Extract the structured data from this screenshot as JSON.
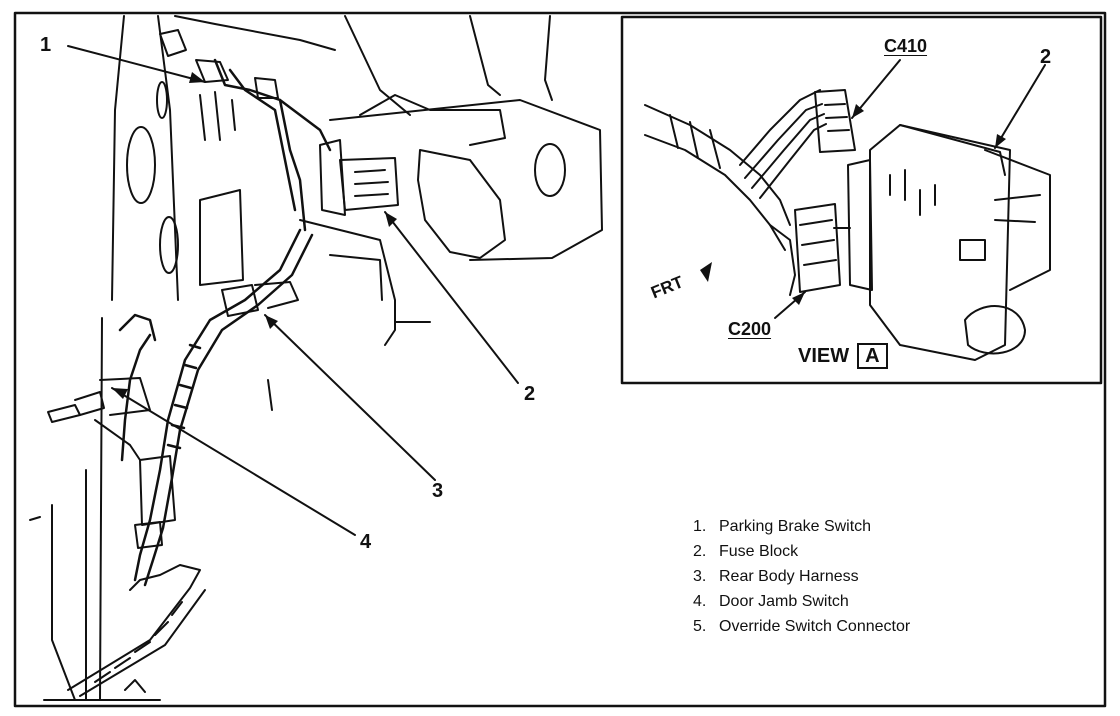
{
  "callouts": {
    "main": [
      "1",
      "2",
      "3",
      "4"
    ],
    "inset": "2"
  },
  "connectors": {
    "upper": "C410",
    "lower": "C200"
  },
  "view": {
    "word": "VIEW",
    "letter": "A"
  },
  "front_marker": "FRT",
  "legend": [
    {
      "num": "1.",
      "label": "Parking Brake Switch"
    },
    {
      "num": "2.",
      "label": "Fuse Block"
    },
    {
      "num": "3.",
      "label": "Rear Body Harness"
    },
    {
      "num": "4.",
      "label": "Door Jamb Switch"
    },
    {
      "num": "5.",
      "label": "Override Switch Connector"
    }
  ]
}
